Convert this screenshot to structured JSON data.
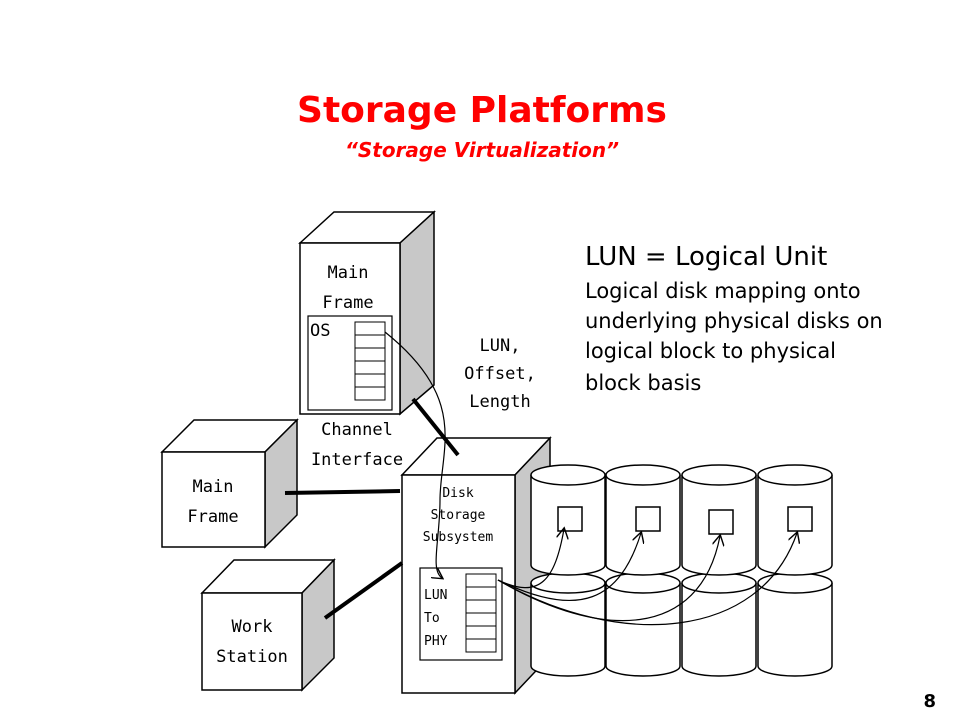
{
  "title": "Storage Platforms",
  "subtitle": "“Storage Virtualization”",
  "definition": {
    "heading": "LUN = Logical Unit",
    "lines": [
      "Logical disk mapping onto",
      "underlying physical disks on",
      "logical block to physical",
      "block basis"
    ]
  },
  "mainframe_top": {
    "line1": "Main",
    "line2": "Frame",
    "os": "OS"
  },
  "mainframe_left": {
    "line1": "Main",
    "line2": "Frame"
  },
  "workstation": {
    "line1": "Work",
    "line2": "Station"
  },
  "channel": {
    "line1": "Channel",
    "line2": "Interface"
  },
  "lun_request": {
    "line1": "LUN,",
    "line2": "Offset,",
    "line3": "Length"
  },
  "subsystem": {
    "line1": "Disk",
    "line2": "Storage",
    "line3": "Subsystem"
  },
  "mapping": {
    "line1": "LUN",
    "line2": "To",
    "line3": "PHY"
  },
  "slide_number": "8",
  "colors": {
    "title": "#ff0000",
    "side_face": "#c8c8c8"
  }
}
